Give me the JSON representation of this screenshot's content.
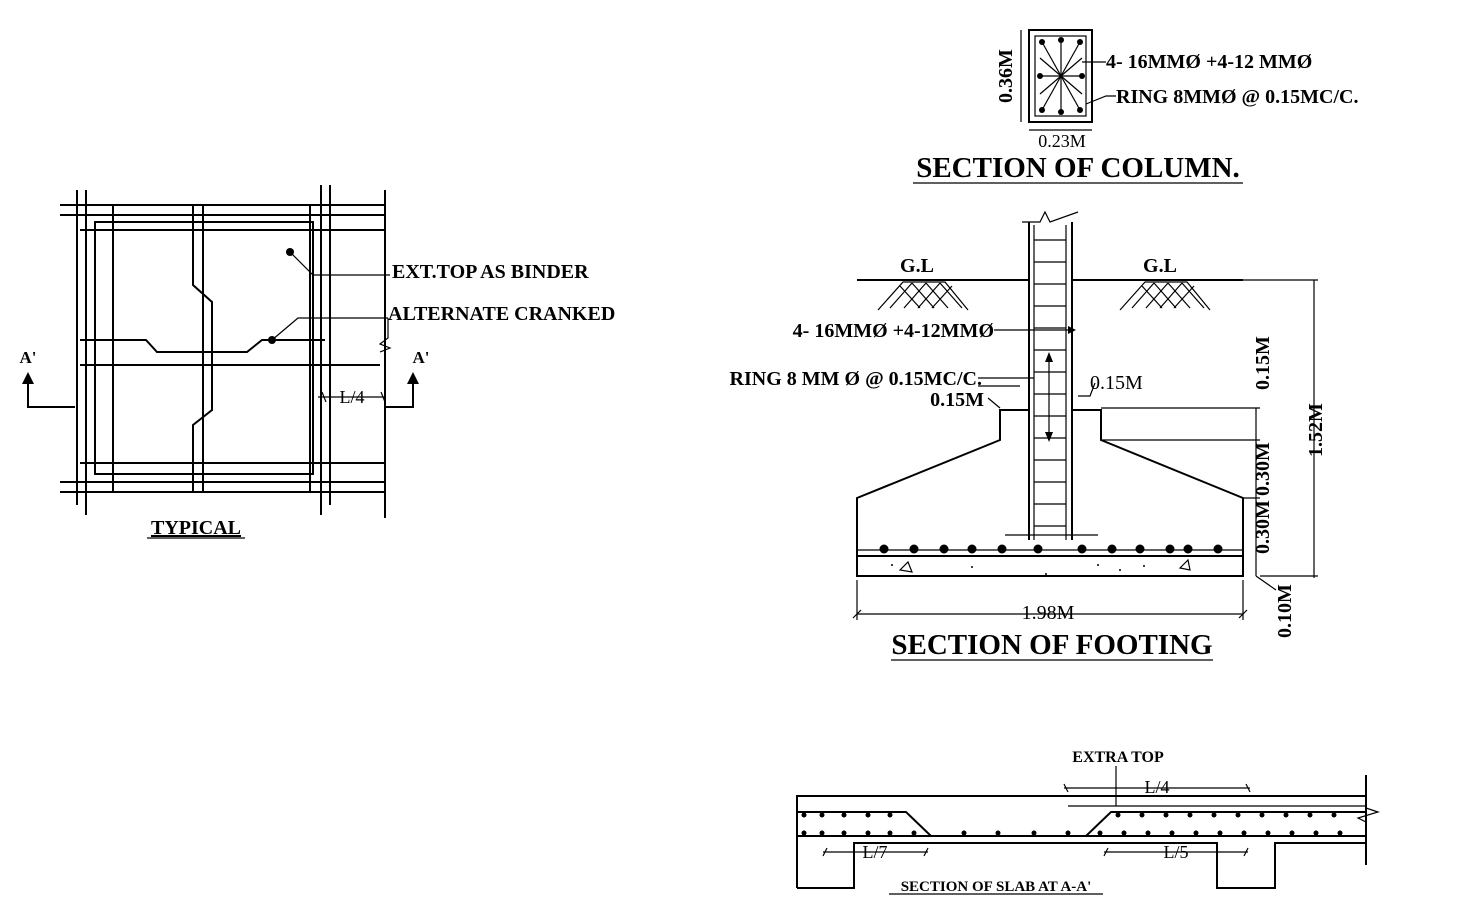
{
  "typical": {
    "title": "TYPICAL",
    "label_binder": "EXT.TOP AS BINDER",
    "label_cranked": "ALTERNATE CRANKED",
    "section_mark_left": "A'",
    "section_mark_right": "A'",
    "dim_l4": "L/4"
  },
  "column": {
    "title": "SECTION OF COLUMN.",
    "dim_height": "0.36M",
    "dim_width": "0.23M",
    "label_bars": "4- 16MMØ +4-12 MMØ",
    "label_ring": "RING 8MMØ @ 0.15MC/C."
  },
  "footing": {
    "title": "SECTION OF FOOTING",
    "gl_left": "G.L",
    "gl_right": "G.L",
    "label_bars": "4- 16MMØ +4-12MMØ",
    "label_ring": "RING 8 MM Ø @ 0.15MC/C.",
    "dim_left_015": "0.15M",
    "dim_right_015": "0.15M",
    "dim_v_015": "0.15M",
    "dim_v_030a": "0.30M",
    "dim_v_030b": "0.30M",
    "dim_v_010": "0.10M",
    "dim_total": "1.52M",
    "dim_width": "1.98M"
  },
  "slab": {
    "title": "SECTION OF SLAB AT A-A'",
    "label_extra_top": "EXTRA TOP",
    "dim_l4": "L/4",
    "dim_l7": "L/7",
    "dim_l5": "L/5"
  }
}
